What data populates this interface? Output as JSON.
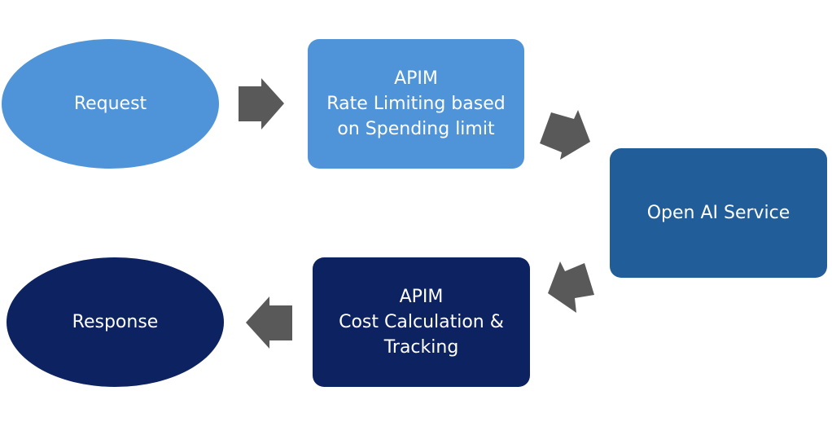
{
  "nodes": {
    "request": {
      "label": "Request",
      "color": "#4f94d8"
    },
    "apim_rate": {
      "lines": [
        "APIM",
        "Rate Limiting based",
        "on Spending limit"
      ],
      "color": "#4f94d8"
    },
    "openai": {
      "label": "Open AI Service",
      "color": "#215e99"
    },
    "apim_cost": {
      "lines": [
        "APIM",
        "Cost Calculation &",
        "Tracking"
      ],
      "color": "#0d2260"
    },
    "response": {
      "label": "Response",
      "color": "#0d2260"
    }
  },
  "arrow_color": "#595959",
  "flow": [
    "Request",
    "APIM Rate Limiting based on Spending limit",
    "Open AI Service",
    "APIM Cost Calculation & Tracking",
    "Response"
  ]
}
